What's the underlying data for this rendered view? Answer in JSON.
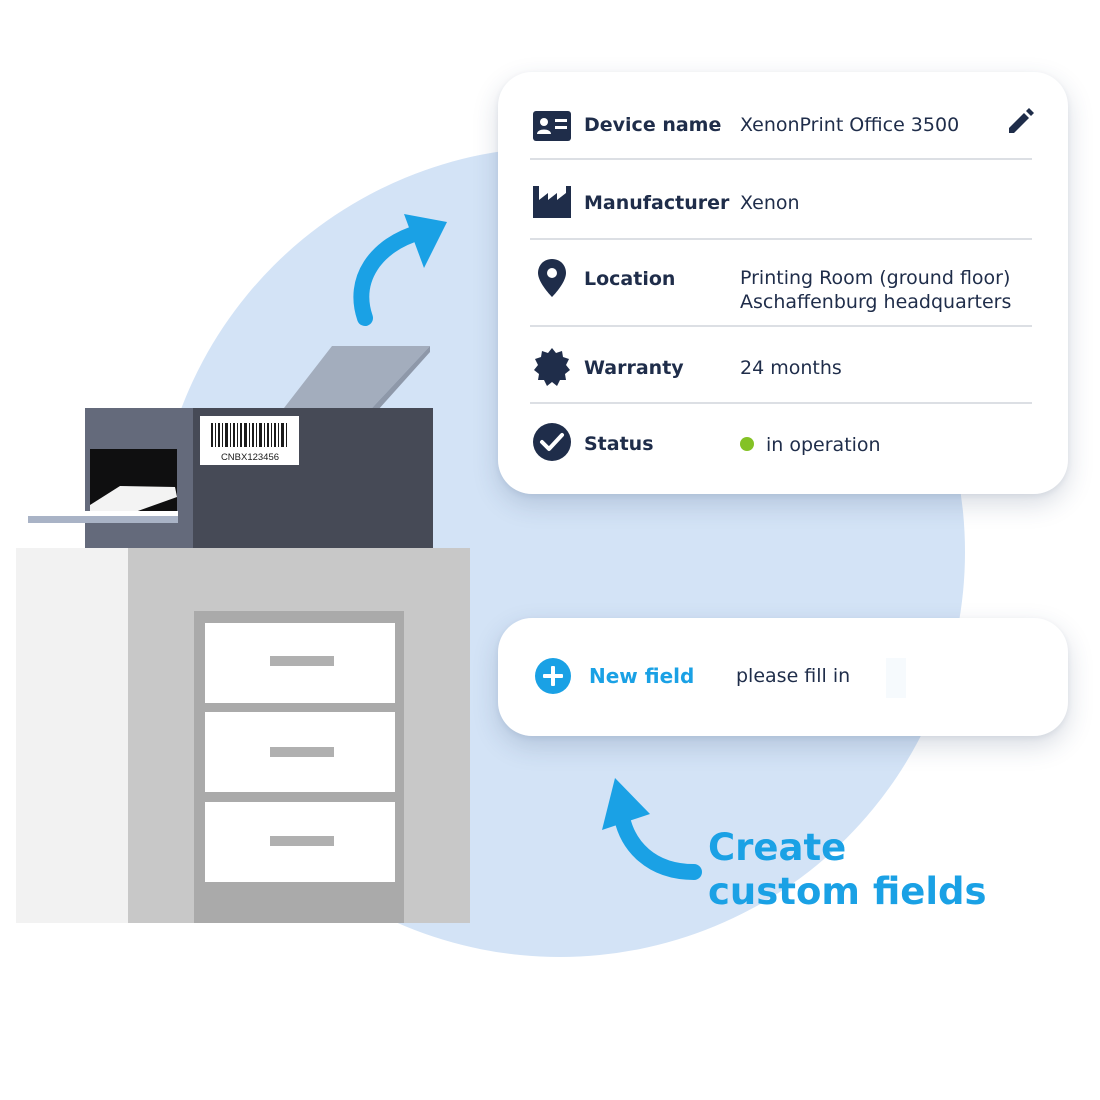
{
  "device_card": {
    "rows": [
      {
        "label": "Device name",
        "value": "XenonPrint Office 3500",
        "icon": "id-card-icon"
      },
      {
        "label": "Manufacturer",
        "value": "Xenon",
        "icon": "factory-icon"
      },
      {
        "label": "Location",
        "value_line1": "Printing Room (ground floor)",
        "value_line2": "Aschaffenburg headquarters",
        "icon": "location-pin-icon"
      },
      {
        "label": "Warranty",
        "value": "24 months",
        "icon": "badge-icon"
      },
      {
        "label": "Status",
        "value": "in operation",
        "icon": "check-circle-icon",
        "status_color": "#84c225"
      }
    ],
    "edit_icon": "pencil-icon"
  },
  "custom_field": {
    "label": "New field",
    "placeholder": "please fill in",
    "icon": "plus-circle-icon"
  },
  "caption": {
    "line1": "Create",
    "line2": "custom fields"
  },
  "printer": {
    "barcode_text": "CNBX123456"
  },
  "colors": {
    "accent": "#1aa1e5",
    "text_dark": "#1f2d4a",
    "circle_bg": "#d3e3f6",
    "status_ok": "#84c225"
  }
}
